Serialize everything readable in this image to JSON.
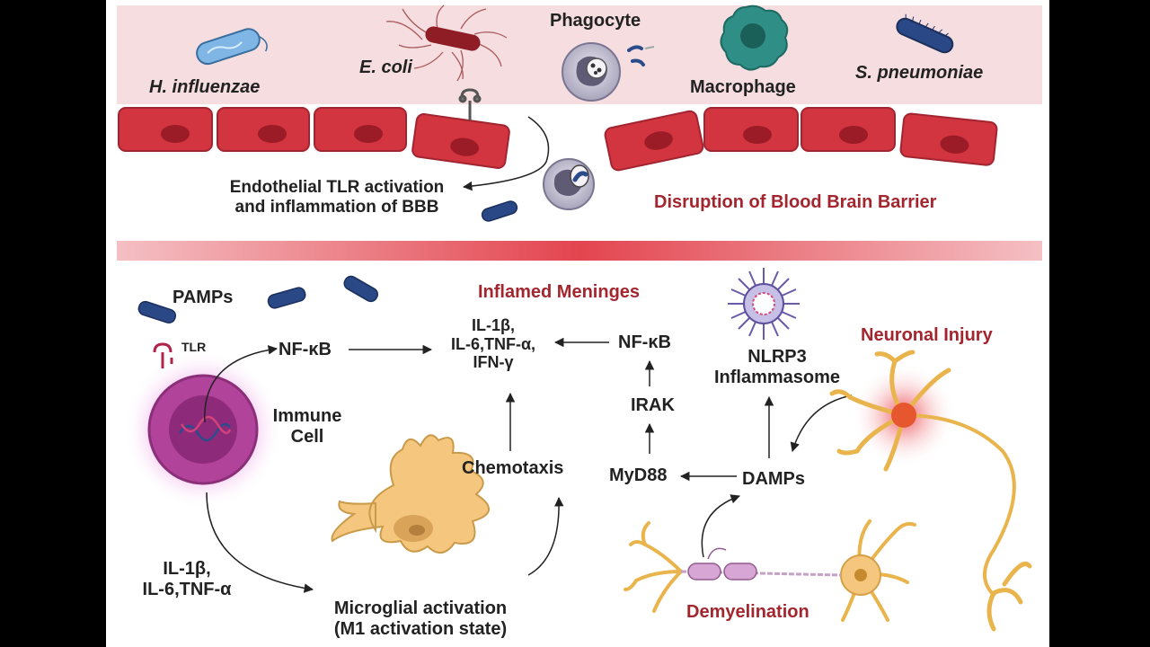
{
  "labels": {
    "h_influenzae": "H. influenzae",
    "e_coli": "E. coli",
    "phagocyte": "Phagocyte",
    "macrophage": "Macrophage",
    "s_pneumoniae": "S. pneumoniae",
    "endothelial_line1": "Endothelial TLR activation",
    "endothelial_line2": "and inflammation of BBB",
    "bbb_disruption": "Disruption of Blood Brain Barrier",
    "pamps": "PAMPs",
    "tlr": "TLR",
    "inflamed_meninges": "Inflamed Meninges",
    "nfkb_left": "NF-κB",
    "cytokines_line1": "IL-1β,",
    "cytokines_line2": "IL-6,TNF-α,",
    "cytokines_line3": "IFN-γ",
    "nfkb_right": "NF-κB",
    "nlrp3_line1": "NLRP3",
    "nlrp3_line2": "Inflammasome",
    "neuronal_injury": "Neuronal Injury",
    "immune_line1": "Immune",
    "immune_line2": "Cell",
    "irak": "IRAK",
    "chemotaxis": "Chemotaxis",
    "myd88": "MyD88",
    "damps": "DAMPs",
    "il_line1": "IL-1β,",
    "il_line2": "IL-6,TNF-α",
    "microglial_line1": "Microglial activation",
    "microglial_line2": "(M1 activation state)",
    "demyelination": "Demyelination"
  },
  "colors": {
    "blood_vessel_bg": "#f6dde0",
    "endothelial_cell": "#d2353f",
    "nucleus": "#9b1b26",
    "accent_red": "#a3262e",
    "meninges_band": "#e35a63",
    "immune_cell": "#b2439b",
    "microglia": "#f5c77e",
    "neuron": "#e9b44c"
  }
}
